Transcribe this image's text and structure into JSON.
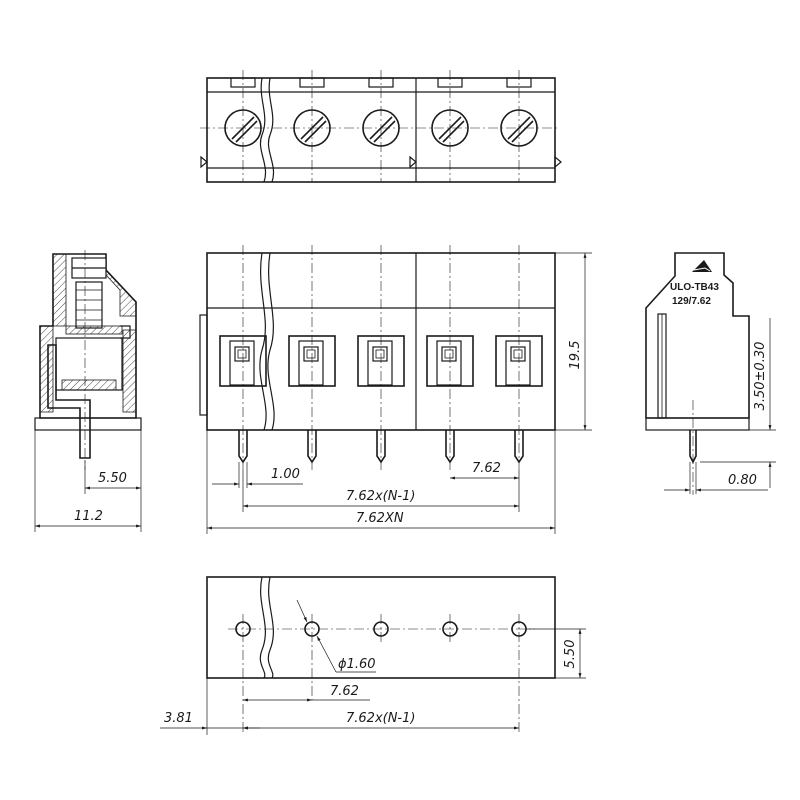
{
  "dimensions": {
    "pin_pitch": "7.62",
    "pitch_span": "7.62x(N-1)",
    "total_length": "7.62XN",
    "pin_width": "1.00",
    "height": "19.5",
    "depth": "11.2",
    "pin_offset_side": "5.50",
    "pin_length": "3.50±0.30",
    "pin_thickness": "0.80",
    "hole_diameter": "ϕ1.60",
    "edge_offset": "3.81",
    "row_offset": "5.50"
  },
  "marking": {
    "model": "ULO-TB43",
    "rating": "129/7.62"
  },
  "colors": {
    "line": "#1a1a1a",
    "background": "#ffffff"
  }
}
